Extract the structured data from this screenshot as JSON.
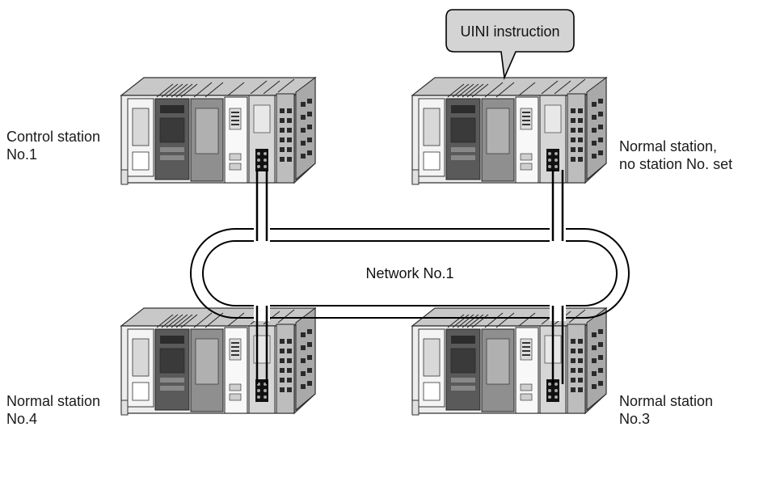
{
  "callout": {
    "text": "UINI instruction"
  },
  "network": {
    "label": "Network No.1"
  },
  "stations": {
    "top_left": {
      "line1": "Control station",
      "line2": "No.1"
    },
    "top_right": {
      "line1": "Normal station,",
      "line2": "no station No. set"
    },
    "bottom_left": {
      "line1": "Normal station",
      "line2": "No.4"
    },
    "bottom_right": {
      "line1": "Normal station",
      "line2": "No.3"
    }
  }
}
